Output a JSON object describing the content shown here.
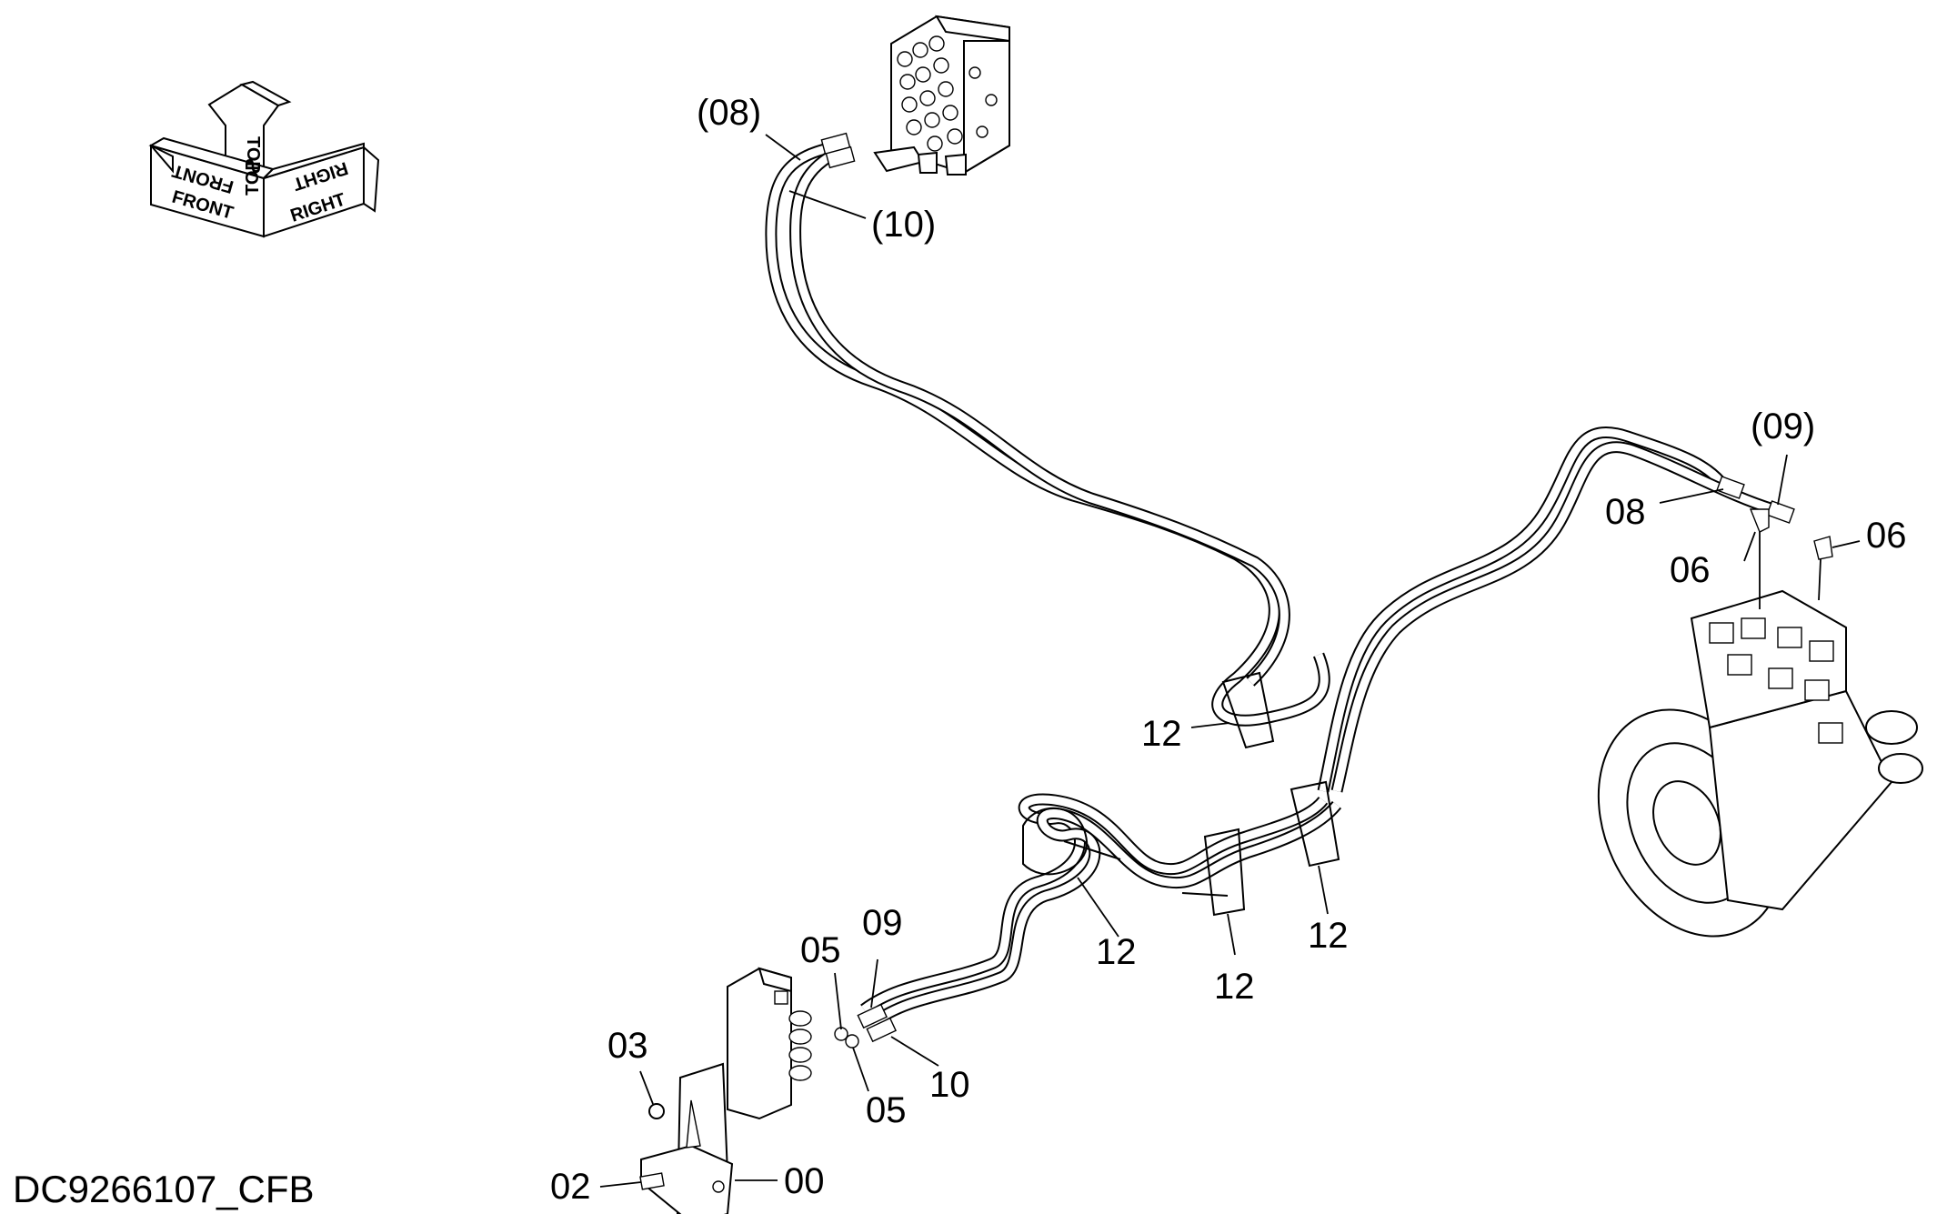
{
  "drawing_code": "DC9266107_CFB",
  "orientation": {
    "front": "FRONT",
    "top": "TOP",
    "right": "RIGHT"
  },
  "callouts": {
    "c08_paren": "(08)",
    "c10_paren": "(10)",
    "c09_paren": "(09)",
    "c08": "08",
    "c06_left": "06",
    "c06_right": "06",
    "c12_a": "12",
    "c12_b": "12",
    "c12_c": "12",
    "c12_d": "12",
    "c09": "09",
    "c05_top": "05",
    "c05_bottom": "05",
    "c10": "10",
    "c03": "03",
    "c02": "02",
    "c00": "00"
  }
}
